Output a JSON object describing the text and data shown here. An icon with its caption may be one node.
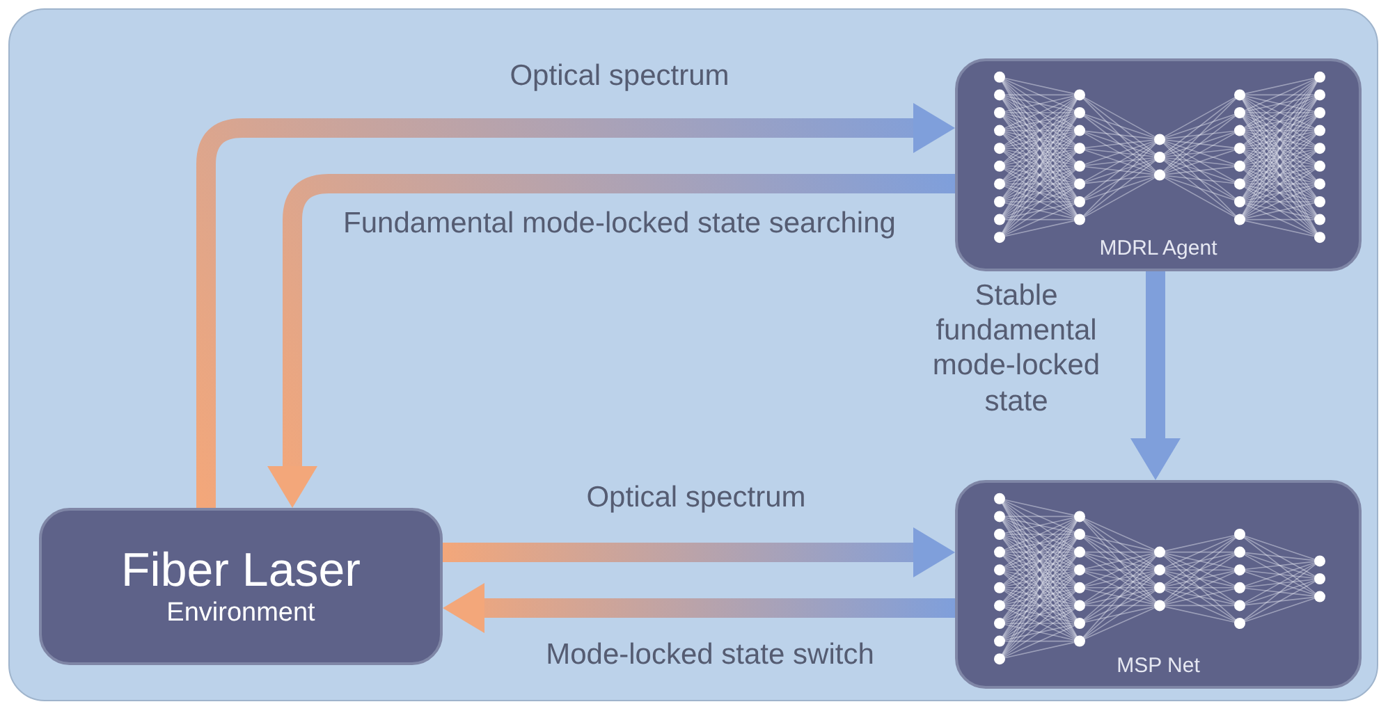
{
  "diagram": {
    "nodes": [
      {
        "text": [
          "Fiber Laser",
          "Environment"
        ]
      },
      {
        "text": [
          "MDRL Agent"
        ]
      },
      {
        "text": [
          "MSP Net"
        ]
      }
    ],
    "edges": [
      {
        "from": 0,
        "to": 1,
        "arrow": "to",
        "label": "Optical spectrum"
      },
      {
        "from": 1,
        "to": 0,
        "arrow": "to",
        "label": "Fundamental mode-locked state searching"
      },
      {
        "from": 1,
        "to": 2,
        "arrow": "to",
        "label": "Stable fundamental mode-locked state",
        "color": "#7f9fdb"
      },
      {
        "from": 0,
        "to": 2,
        "arrow": "to",
        "label": "Optical spectrum"
      },
      {
        "from": 2,
        "to": 0,
        "arrow": "to",
        "label": "Mode-locked state switch"
      }
    ]
  }
}
